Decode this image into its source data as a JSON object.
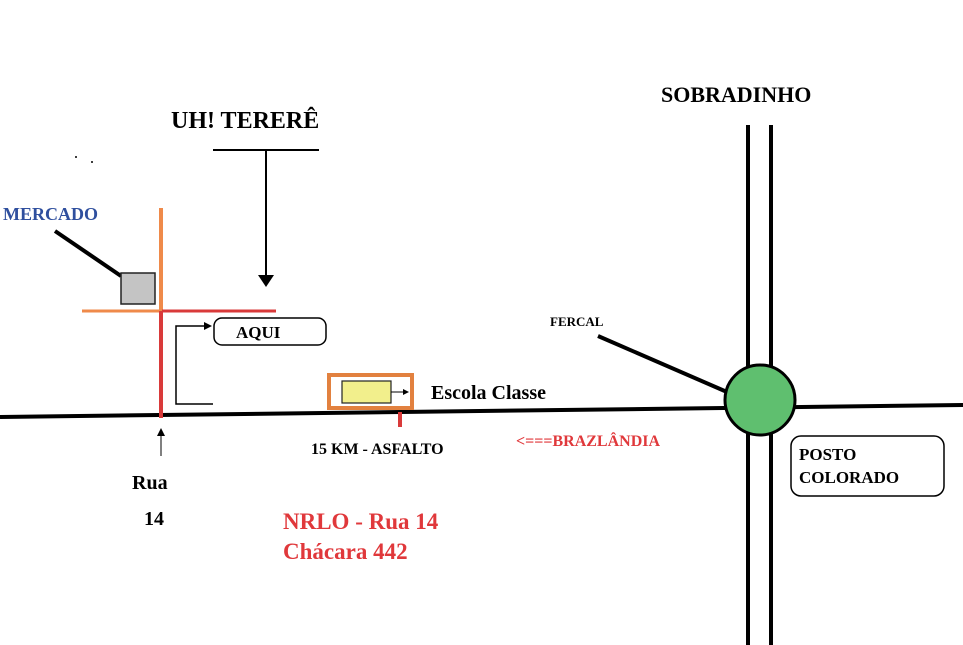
{
  "labels": {
    "sobradinho": "SOBRADINHO",
    "uh_terere": "UH! TERERÊ",
    "mercado": "MERCADO",
    "aqui": "AQUI",
    "fercal": "FERCAL",
    "escola_classe": "Escola Classe",
    "asfalto": "15 KM - ASFALTO",
    "brazlandia": "<===BRAZLÂNDIA",
    "posto_line1": "POSTO",
    "posto_line2": "COLORADO",
    "rua_word": "Rua",
    "rua_number": "14",
    "address_line1": "NRLO - Rua 14",
    "address_line2": "Chácara 442"
  },
  "colors": {
    "road": "#000000",
    "orange_road": "#ef8a4a",
    "red_road": "#d93a3a",
    "mercado_text": "#2f4f9e",
    "address_text": "#e0383b",
    "roundabout": "#5fbf6f",
    "school_fill": "#f2ef8c",
    "school_border": "#e2813f",
    "market_fill": "#c4c4c4"
  }
}
